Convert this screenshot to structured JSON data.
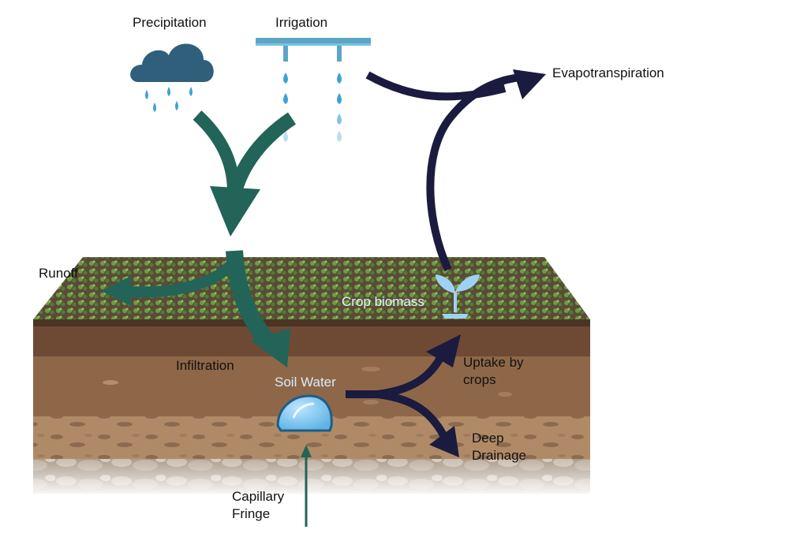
{
  "labels": {
    "precipitation": "Precipitation",
    "irrigation": "Irrigation",
    "evapotranspiration": "Evapotranspiration",
    "runoff": "Runoff",
    "crop_biomass": "Crop biomass",
    "infiltration": "Infiltration",
    "soil_water": "Soil Water",
    "uptake_by_crops": "Uptake by\ncrops",
    "deep_drainage": "Deep\nDrainage",
    "capillary_fringe": "Capillary\nFringe"
  },
  "colors": {
    "flow_in": "#226457",
    "flow_out": "#1b1a3f",
    "rain_cloud": "#2f5f7a",
    "water_drop": "#3fa1d6",
    "irrigation_pipe": "#5aa6c8",
    "topsoil": "#6e4a34",
    "subsoil": "#8e6748",
    "deep_soil": "#b08a66",
    "bedrock": "#c2b3a3",
    "crop_green": "#5f8f3a"
  },
  "icons": [
    "rain-cloud-icon",
    "irrigation-sprinkler-icon",
    "seedling-icon",
    "water-droplet-icon"
  ]
}
